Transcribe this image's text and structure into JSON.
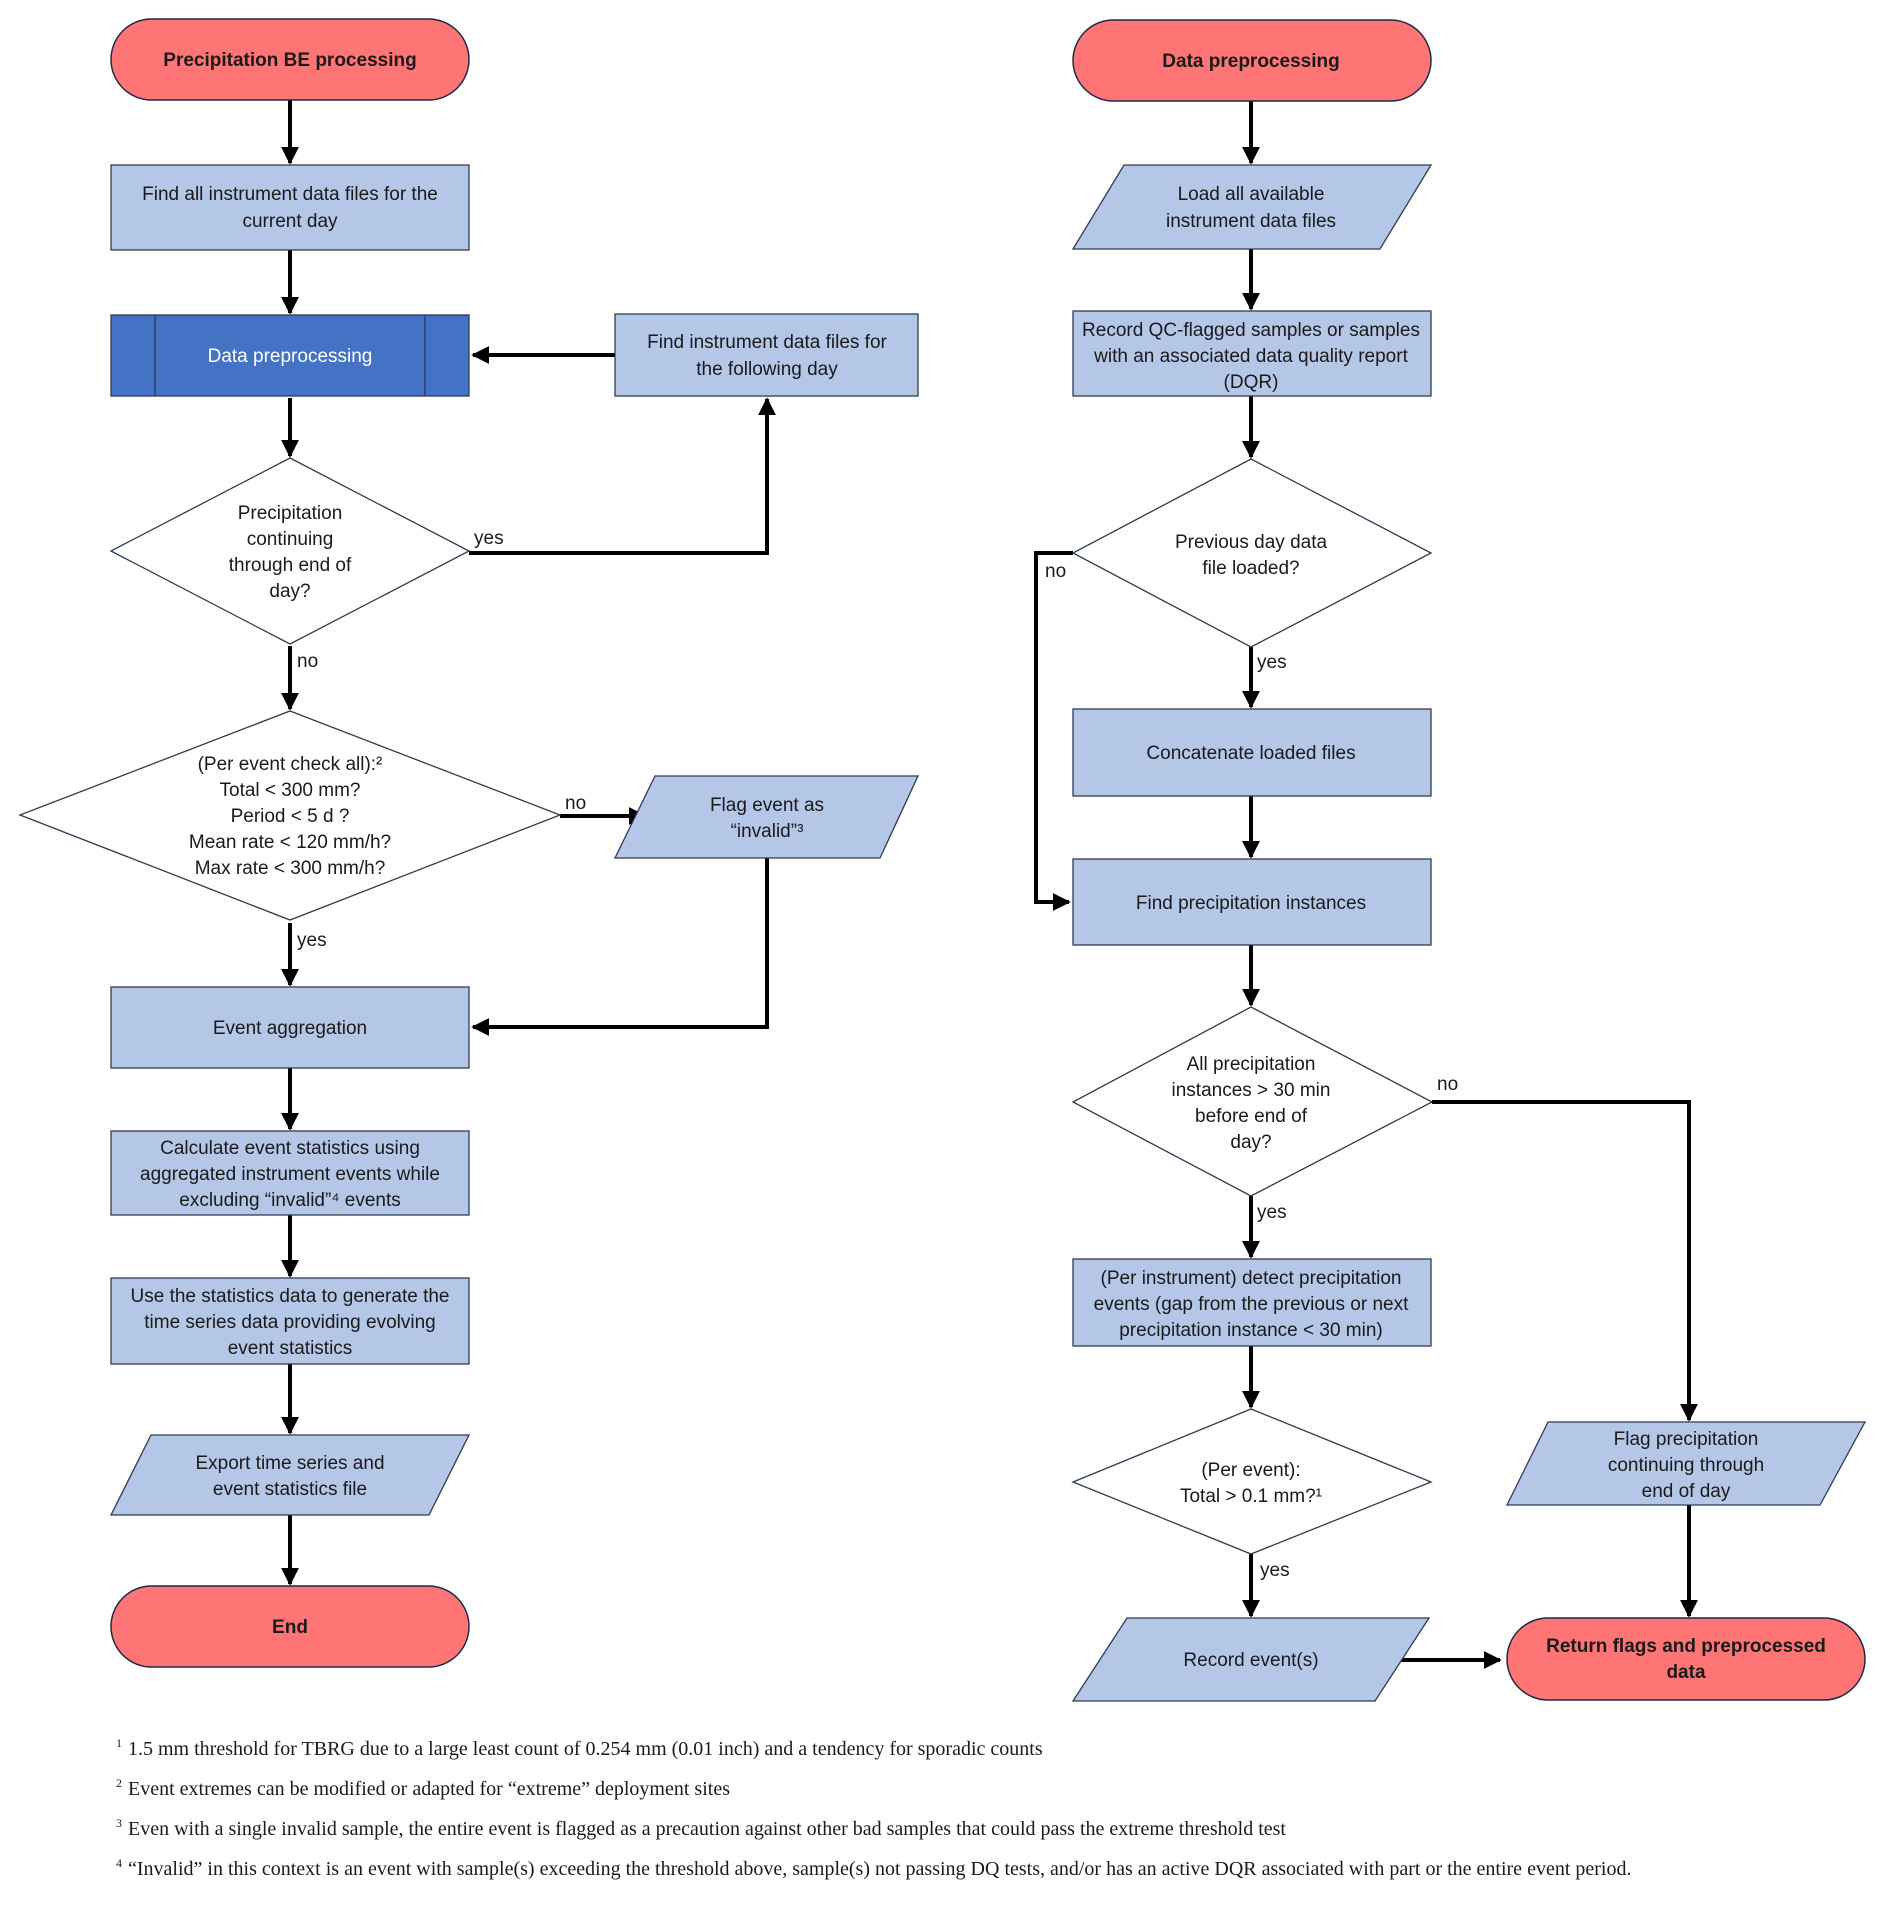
{
  "nodes": {
    "l_start": {
      "lines": [
        "Precipitation BE processing"
      ]
    },
    "l_find_day": {
      "lines": [
        "Find all instrument data files for the",
        "current day"
      ]
    },
    "l_preproc": {
      "lines": [
        "Data preprocessing"
      ]
    },
    "l_find_next": {
      "lines": [
        "Find instrument data files for",
        "the following day"
      ]
    },
    "l_dec_cont": {
      "lines": [
        "Precipitation",
        "continuing",
        "through end of",
        "day?"
      ]
    },
    "l_dec_event": {
      "lines": [
        "(Per event check all):²",
        "Total < 300 mm?",
        "Period < 5 d ?",
        "Mean rate < 120 mm/h?",
        "Max rate < 300 mm/h?"
      ]
    },
    "l_flag_invalid": {
      "lines": [
        "Flag event as",
        "“invalid”³"
      ]
    },
    "l_aggregate": {
      "lines": [
        "Event aggregation"
      ]
    },
    "l_calc": {
      "lines": [
        "Calculate event statistics using",
        "aggregated instrument events while",
        "excluding “invalid”⁴ events"
      ]
    },
    "l_use_stats": {
      "lines": [
        "Use the statistics data to generate the",
        "time series data providing evolving",
        "event statistics"
      ]
    },
    "l_export": {
      "lines": [
        "Export time series and",
        "event statistics file"
      ]
    },
    "l_end": {
      "lines": [
        "End"
      ]
    },
    "r_start": {
      "lines": [
        "Data preprocessing"
      ]
    },
    "r_load": {
      "lines": [
        "Load all available",
        "instrument data files"
      ]
    },
    "r_record_qc": {
      "lines": [
        "Record QC-flagged samples or samples",
        "with an associated data quality report",
        "(DQR)"
      ]
    },
    "r_dec_prev": {
      "lines": [
        "Previous day data",
        "file loaded?"
      ]
    },
    "r_concat": {
      "lines": [
        "Concatenate loaded files"
      ]
    },
    "r_find_instances": {
      "lines": [
        "Find precipitation instances"
      ]
    },
    "r_dec_all": {
      "lines": [
        "All precipitation",
        "instances > 30 min",
        "before end of",
        "day?"
      ]
    },
    "r_detect": {
      "lines": [
        "(Per instrument) detect precipitation",
        "events (gap from the previous or next",
        "precipitation instance < 30 min)"
      ]
    },
    "r_dec_total": {
      "lines": [
        "(Per event):",
        "Total > 0.1 mm?¹"
      ]
    },
    "r_flag_cont": {
      "lines": [
        "Flag precipitation",
        "continuing through",
        "end of day"
      ]
    },
    "r_record_events": {
      "lines": [
        "Record event(s)"
      ]
    },
    "r_return": {
      "lines": [
        "Return flags and preprocessed",
        "data"
      ]
    }
  },
  "edge_labels": {
    "l_yes_cont": "yes",
    "l_no_cont": "no",
    "l_no_event": "no",
    "l_yes_event": "yes",
    "r_no_prev": "no",
    "r_yes_prev": "yes",
    "r_no_all": "no",
    "r_yes_all": "yes",
    "r_yes_total": "yes"
  },
  "footnotes": [
    {
      "mark": "1",
      "text": "1.5 mm threshold for TBRG due to a large least count of 0.254 mm (0.01 inch) and a tendency for sporadic counts"
    },
    {
      "mark": "2",
      "text": "Event extremes can be modified or adapted for “extreme” deployment sites"
    },
    {
      "mark": "3",
      "text": "Even with a single invalid sample, the entire event is flagged as a precaution against other bad samples that could pass the extreme threshold test"
    },
    {
      "mark": "4",
      "text": "“Invalid” in this context is an event with sample(s) exceeding the threshold above, sample(s) not passing DQ tests, and/or has an active DQR associated with part or the entire event period."
    }
  ],
  "colors": {
    "terminal": "#ff7575",
    "process": "#b4c7e7",
    "subprocess": "#4472c4",
    "decision": "#ffffff",
    "arrow": "#000000"
  }
}
